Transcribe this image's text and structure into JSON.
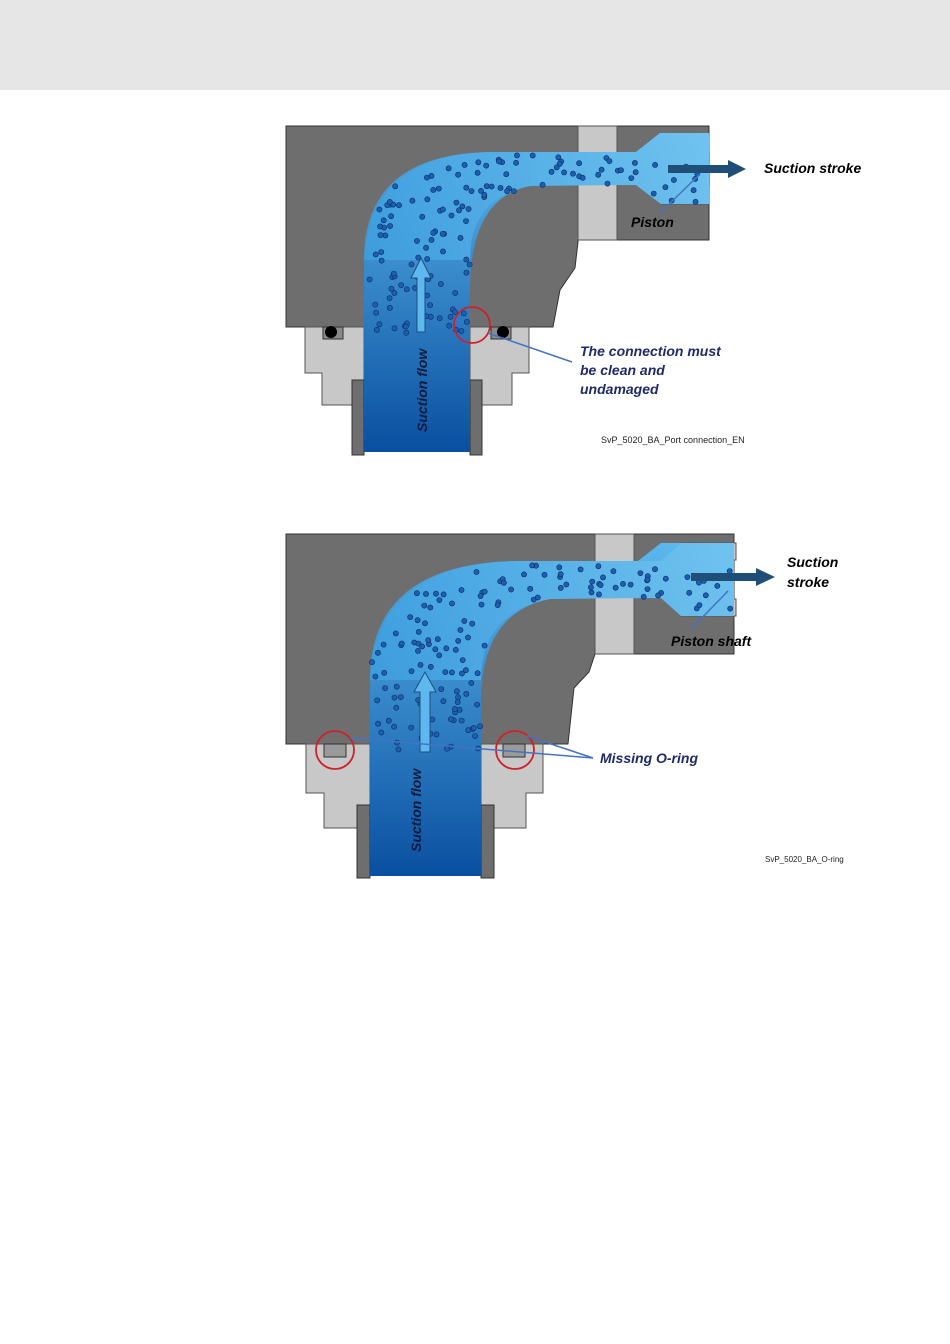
{
  "figure1": {
    "labels": {
      "suction_stroke": "Suction stroke",
      "piston": "Piston",
      "suction_flow": "Suction flow",
      "connection_line1": "The connection must",
      "connection_line2": "be clean and",
      "connection_line3": "undamaged"
    },
    "caption": "SvP_5020_BA_Port connection_EN"
  },
  "figure2": {
    "labels": {
      "suction_line1": "Suction",
      "suction_line2": "stroke",
      "piston_shaft": "Piston shaft",
      "suction_flow": "Suction flow",
      "missing_oring": "Missing O-ring"
    },
    "caption": "SvP_5020_BA_O-ring"
  },
  "colors": {
    "housing_dark": "#6e6e6e",
    "housing_light": "#c8c8c8",
    "fluid_light": "#5cb8ec",
    "fluid_dark": "#0a4fa0",
    "particle": "#1d5fae",
    "arrow_dark": "#1f4e79",
    "callout_line": "#4472c4",
    "highlight_circle": "#d0202a"
  }
}
